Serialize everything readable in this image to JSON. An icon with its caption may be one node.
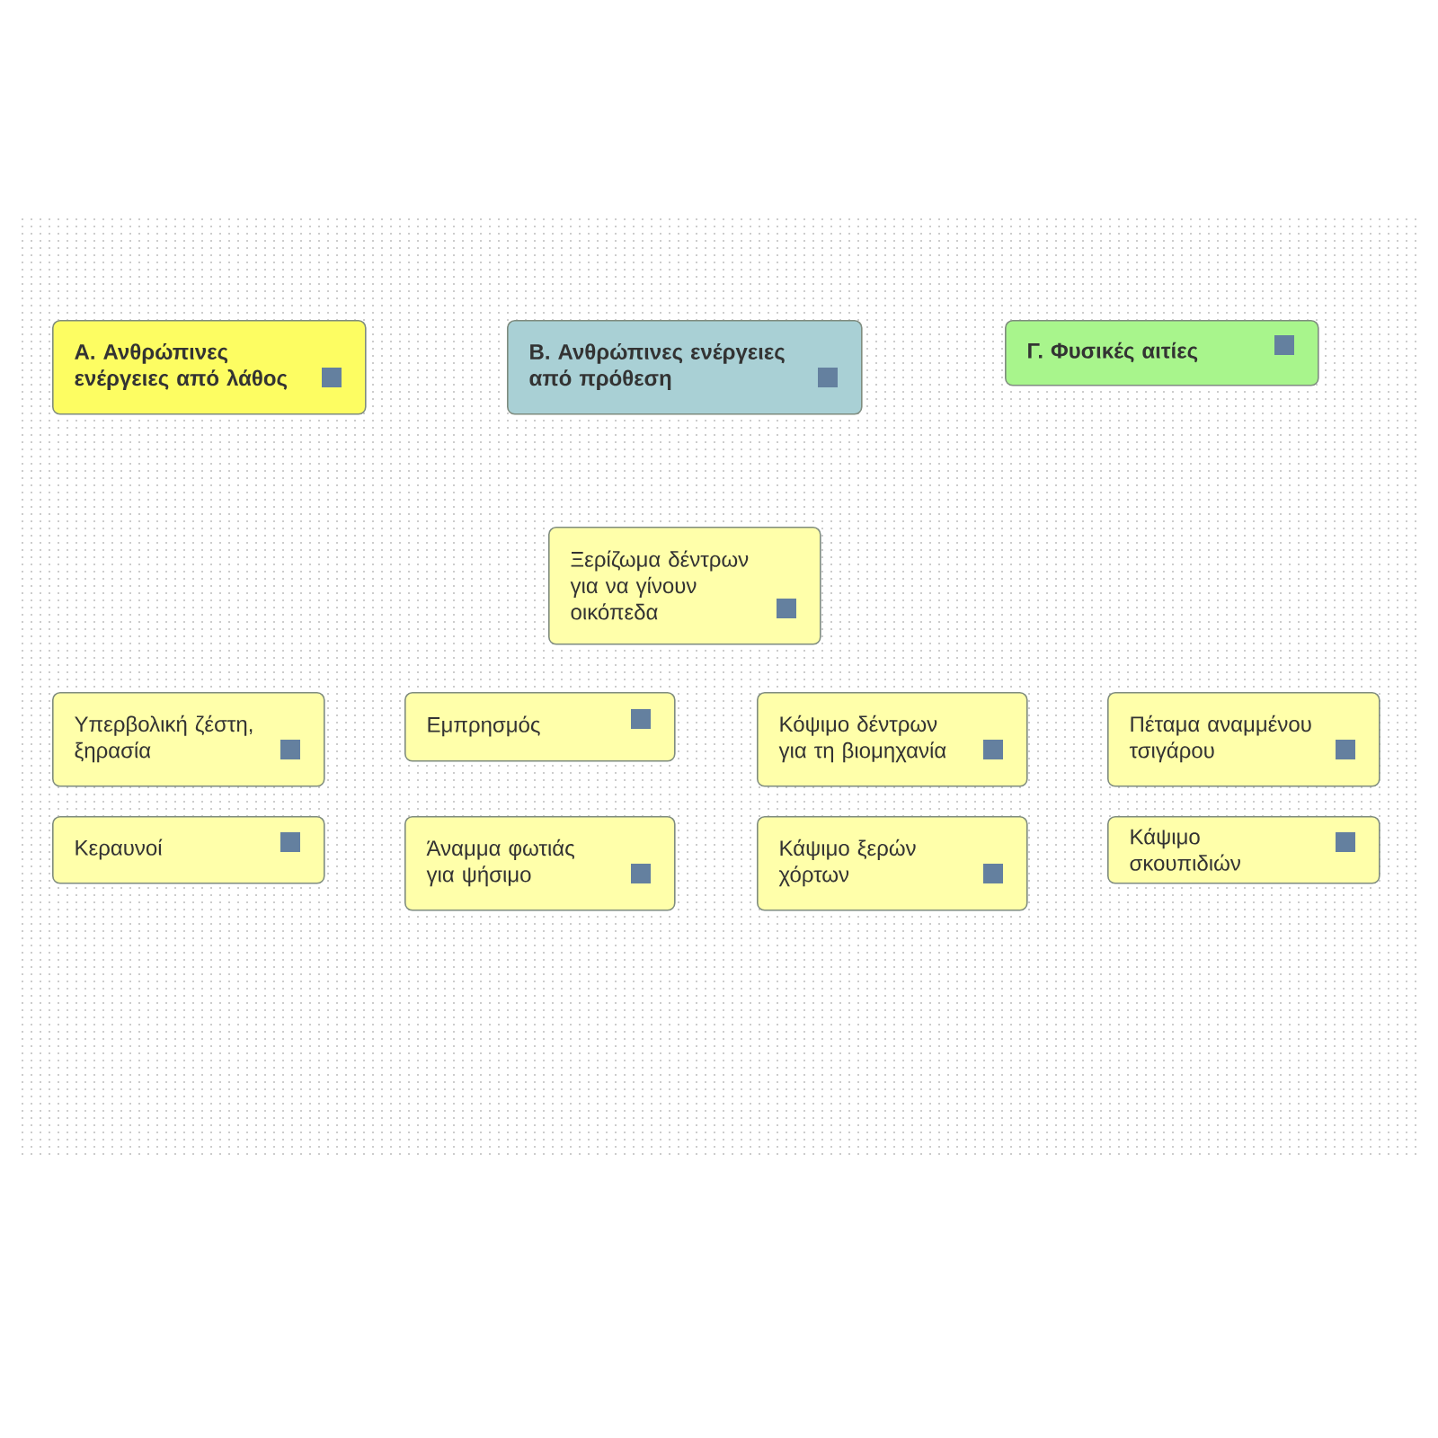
{
  "diagram": {
    "nodes": [
      {
        "text": [
          "Α. Ανθρώπινες ενέργειες από λάθος"
        ]
      },
      {
        "text": [
          "Β. Ανθρώπινες ενέργειες από πρόθεση"
        ]
      },
      {
        "text": [
          "Γ. Φυσικές αιτίες"
        ]
      },
      {
        "text": [
          "Ξερίζωμα δέντρων για να γίνουν οικόπεδα"
        ]
      },
      {
        "text": [
          "Υπερβολική ζέστη, ξηρασία"
        ]
      },
      {
        "text": [
          "Εμπρησμός"
        ]
      },
      {
        "text": [
          "Κόψιμο δέντρων για τη βιομηχανία"
        ]
      },
      {
        "text": [
          "Πέταμα αναμμένου τσιγάρου"
        ]
      },
      {
        "text": [
          "Κεραυνοί"
        ]
      },
      {
        "text": [
          "Άναμμα φωτιάς για ψήσιμο"
        ]
      },
      {
        "text": [
          "Κάψιμο ξερών χόρτων"
        ]
      },
      {
        "text": [
          "Κάψιμο σκουπιδιών"
        ]
      }
    ]
  }
}
